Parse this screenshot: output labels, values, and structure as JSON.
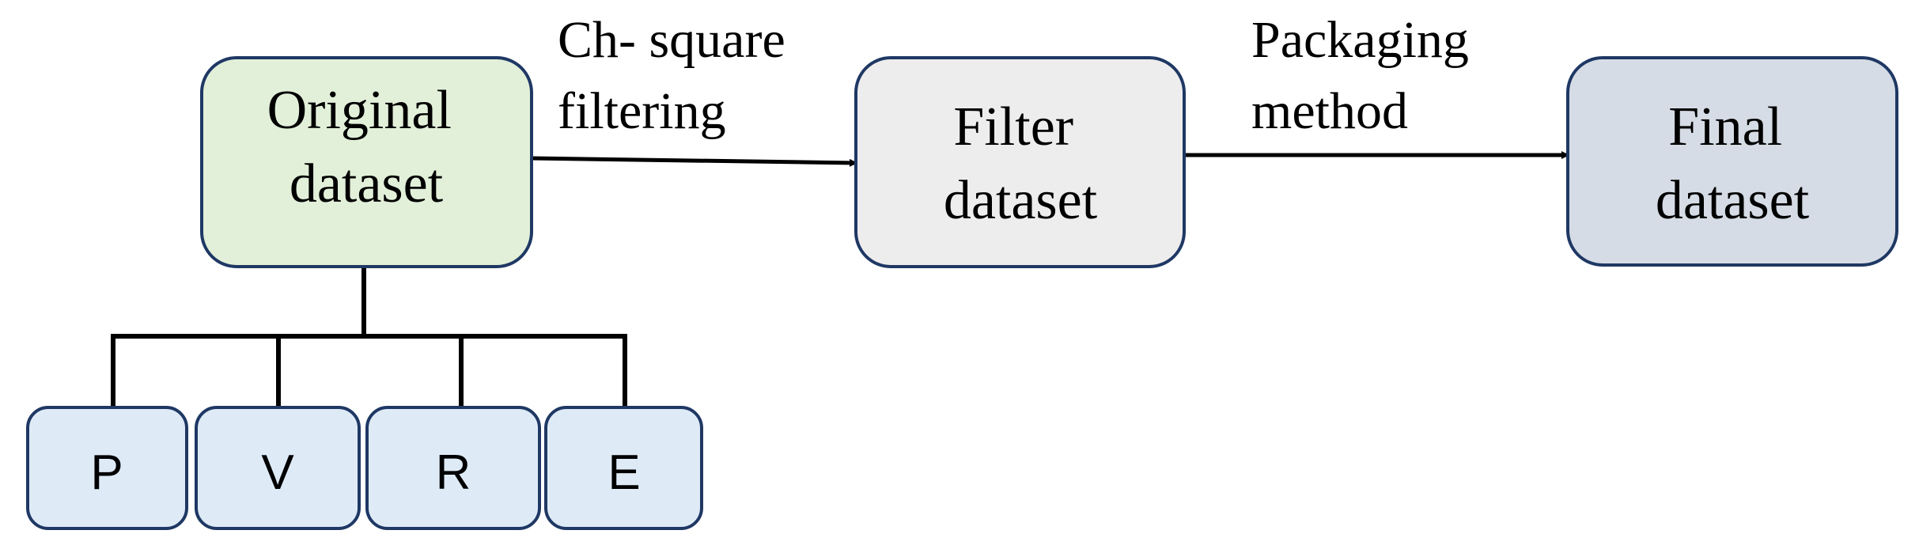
{
  "nodes": {
    "original": {
      "lines": [
        "Original",
        "dataset"
      ],
      "fill": "#e2f0d9"
    },
    "filter": {
      "lines": [
        "Filter",
        "dataset"
      ],
      "fill": "#ededed"
    },
    "final": {
      "lines": [
        "Final",
        "dataset"
      ],
      "fill": "#d6dce5"
    },
    "components": [
      {
        "label": "P",
        "fill": "#deebf7"
      },
      {
        "label": "V",
        "fill": "#deebf7"
      },
      {
        "label": "R",
        "fill": "#deebf7"
      },
      {
        "label": "E",
        "fill": "#deebf7"
      }
    ]
  },
  "edges": {
    "chi_square": {
      "lines": [
        "Ch- square",
        "filtering"
      ]
    },
    "packaging": {
      "lines": [
        "Packaging",
        "method"
      ]
    }
  },
  "colors": {
    "stroke": "#1f3864",
    "connector": "#000000",
    "text": "#000000"
  }
}
